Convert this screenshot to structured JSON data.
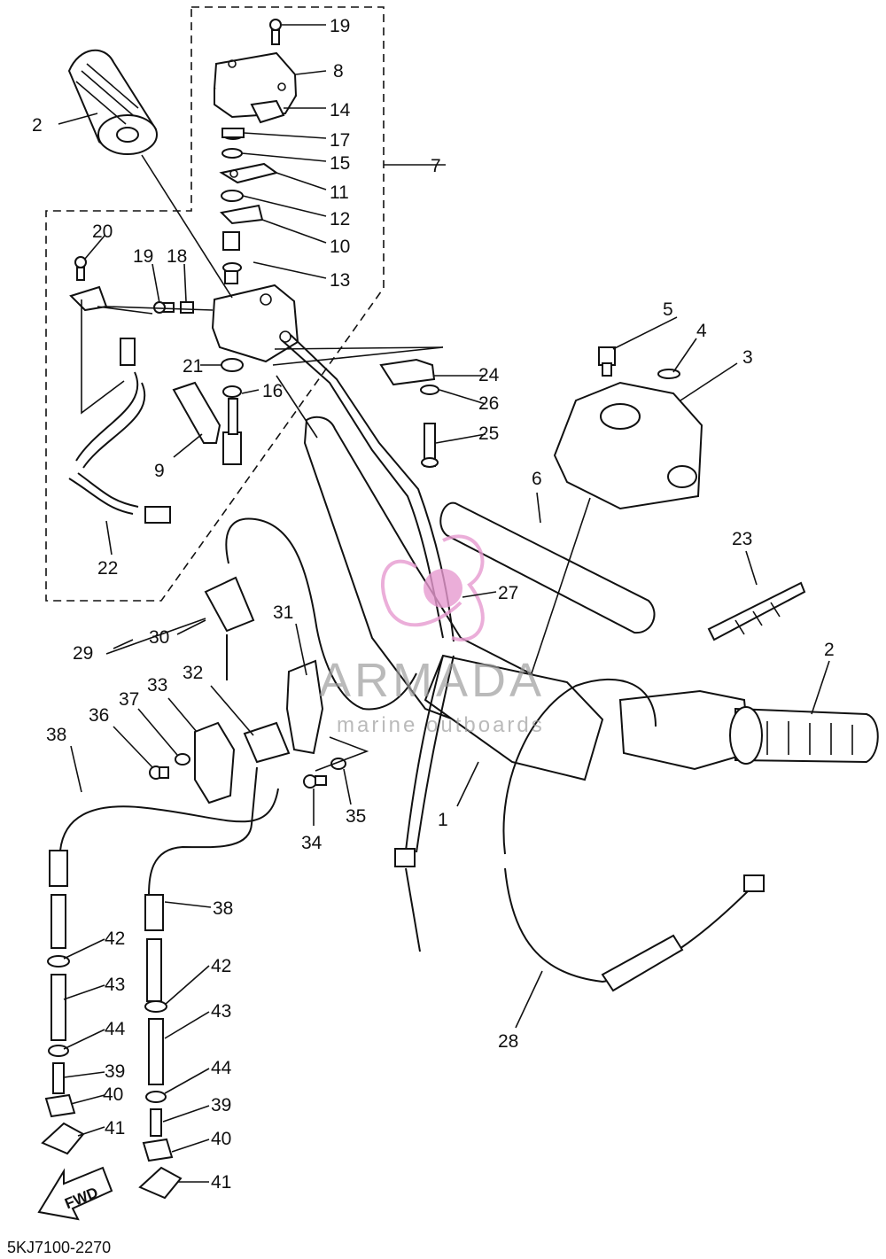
{
  "diagram": {
    "code": "5KJ7100-2270",
    "fwd_label": "FWD",
    "watermark": {
      "brand": "ARMADA",
      "tagline": "marine outboards",
      "colors": {
        "grey": "#9a9a9a",
        "pink": "#e79ad0"
      }
    },
    "callouts": [
      "19",
      "8",
      "14",
      "17",
      "15",
      "11",
      "12",
      "10",
      "13",
      "7",
      "2",
      "20",
      "19",
      "18",
      "21",
      "16",
      "9",
      "22",
      "5",
      "4",
      "3",
      "24",
      "26",
      "25",
      "6",
      "23",
      "27",
      "2",
      "29",
      "30",
      "31",
      "32",
      "33",
      "37",
      "36",
      "38",
      "1",
      "34",
      "35",
      "38",
      "42",
      "43",
      "44",
      "39",
      "40",
      "41",
      "42",
      "43",
      "44",
      "39",
      "40",
      "41",
      "28"
    ]
  }
}
